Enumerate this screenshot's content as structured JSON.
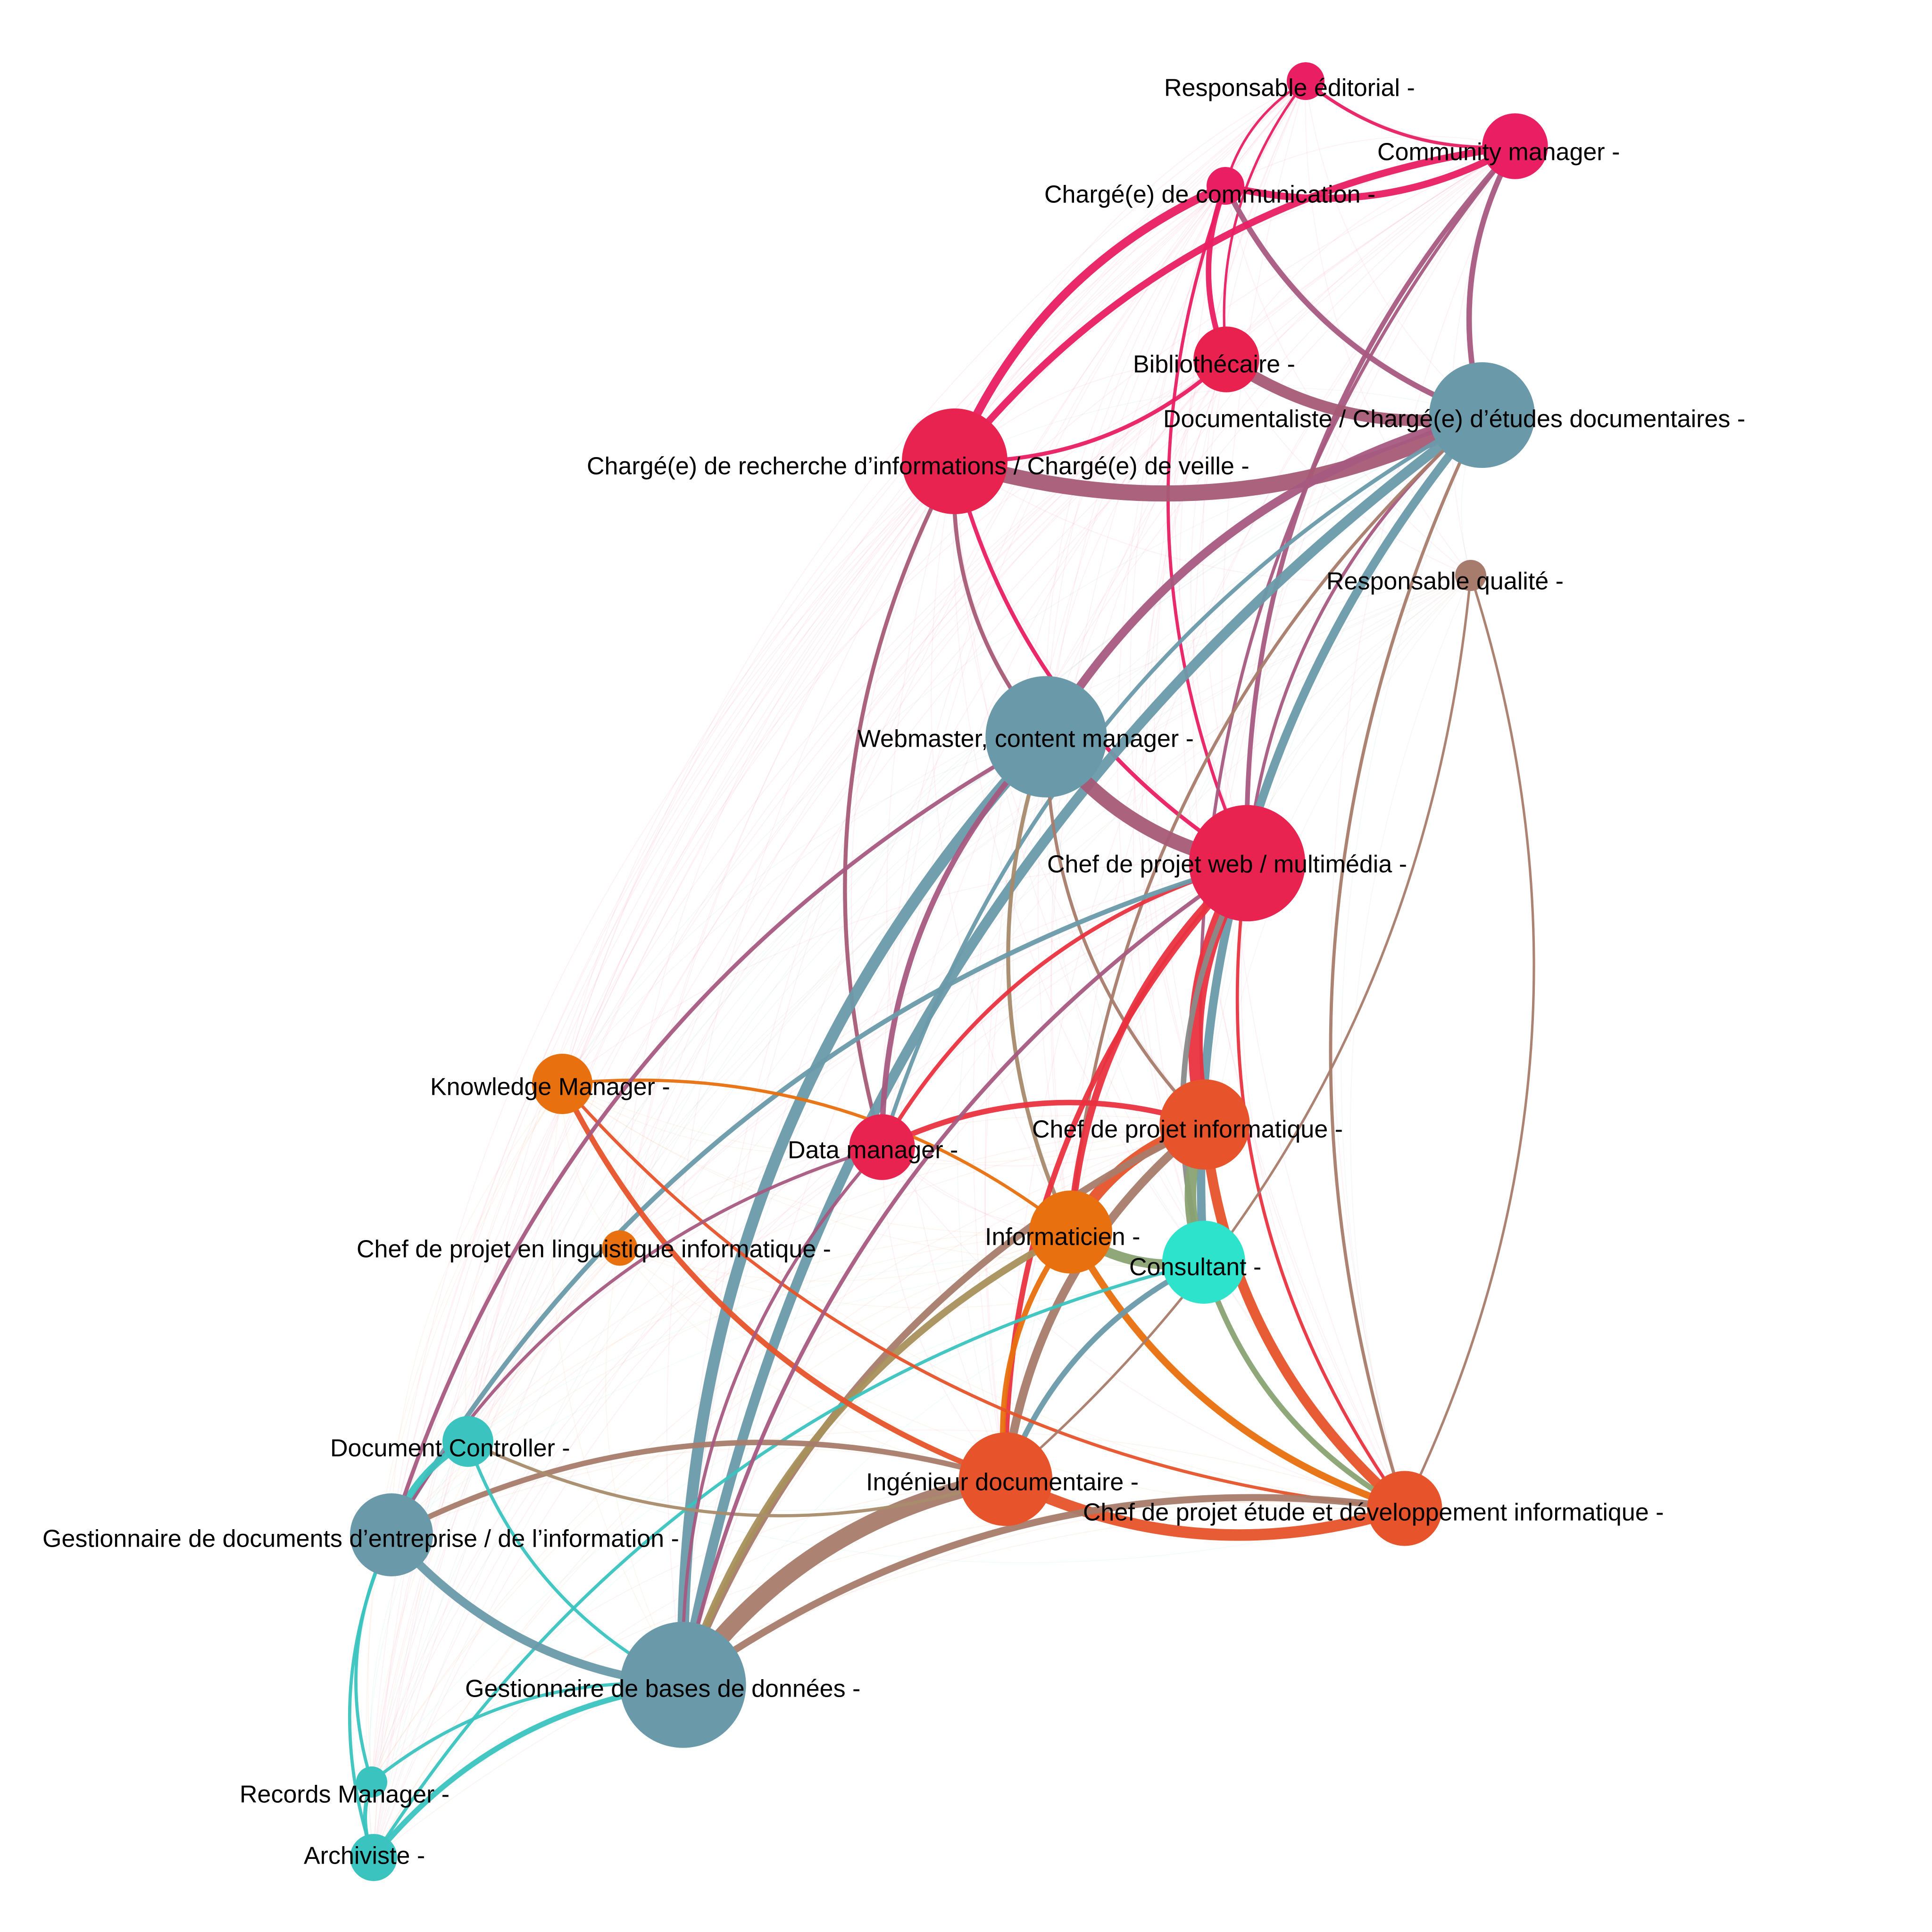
{
  "graph": {
    "nodes": [
      {
        "id": "resp_editorial",
        "label": "Responsable éditorial -",
        "color": "#e91e63",
        "weight": 1
      },
      {
        "id": "community",
        "label": "Community manager -",
        "color": "#e91e63",
        "weight": 5
      },
      {
        "id": "communication",
        "label": "Chargé(e) de communication -",
        "color": "#e91e63",
        "weight": 1
      },
      {
        "id": "bibliothecaire",
        "label": "Bibliothécaire -",
        "color": "#e8214f",
        "weight": 5
      },
      {
        "id": "documentaliste",
        "label": "Documentaliste / Chargé(e) d’études documentaires -",
        "color": "#6a9aaa",
        "weight": 16
      },
      {
        "id": "recherche",
        "label": "Chargé(e) de recherche d’informations / Chargé(e) de veille  -",
        "color": "#e9234f",
        "weight": 16
      },
      {
        "id": "qualite",
        "label": "Responsable qualité -",
        "color": "#a87c6c",
        "weight": 0.5
      },
      {
        "id": "webmaster",
        "label": "Webmaster, content manager -",
        "color": "#6a9aaa",
        "weight": 22
      },
      {
        "id": "chef_web",
        "label": "Chef de projet web / multimédia -",
        "color": "#e9234f",
        "weight": 20
      },
      {
        "id": "knowledge",
        "label": "Knowledge Manager -",
        "color": "#e8700e",
        "weight": 4
      },
      {
        "id": "data_manager",
        "label": "Data manager -",
        "color": "#e9234f",
        "weight": 5
      },
      {
        "id": "chef_info",
        "label": "Chef de projet informatique -",
        "color": "#e7532a",
        "weight": 11
      },
      {
        "id": "linguistique",
        "label": "Chef de projet en linguistique informatique -",
        "color": "#e8700e",
        "weight": 0.8
      },
      {
        "id": "informaticien",
        "label": "Informaticien -",
        "color": "#e8700e",
        "weight": 9
      },
      {
        "id": "consultant",
        "label": "Consultant -",
        "color": "#2ee3cc",
        "weight": 9
      },
      {
        "id": "doc_controller",
        "label": "Document Controller  -",
        "color": "#3ac3bf",
        "weight": 2.5
      },
      {
        "id": "ingenieur",
        "label": "Ingénieur documentaire -",
        "color": "#e7532a",
        "weight": 12
      },
      {
        "id": "chef_etude",
        "label": "Chef de projet étude et développement informatique -",
        "color": "#e7532a",
        "weight": 7
      },
      {
        "id": "gestionnaire_docs",
        "label": "Gestionnaire de documents d’entreprise / de l’information -",
        "color": "#6a9aaa",
        "weight": 9
      },
      {
        "id": "gestionnaire_bdd",
        "label": "Gestionnaire de bases de données -",
        "color": "#6a9aaa",
        "weight": 24
      },
      {
        "id": "records",
        "label": "Records Manager -",
        "color": "#3ac3bf",
        "weight": 0.5
      },
      {
        "id": "archiviste",
        "label": "Archiviste -",
        "color": "#3ac3bf",
        "weight": 2
      }
    ],
    "edges": [
      {
        "s": "resp_editorial",
        "t": "community",
        "w": 3,
        "color": "#e91e63"
      },
      {
        "s": "resp_editorial",
        "t": "communication",
        "w": 2,
        "color": "#e91e63"
      },
      {
        "s": "resp_editorial",
        "t": "bibliothecaire",
        "w": 2,
        "color": "#e91e63"
      },
      {
        "s": "communication",
        "t": "community",
        "w": 8,
        "color": "#e91e63"
      },
      {
        "s": "communication",
        "t": "recherche",
        "w": 10,
        "color": "#e91e63"
      },
      {
        "s": "communication",
        "t": "bibliothecaire",
        "w": 6,
        "color": "#e91e63"
      },
      {
        "s": "communication",
        "t": "documentaliste",
        "w": 6,
        "color": "#a65a80"
      },
      {
        "s": "communication",
        "t": "chef_web",
        "w": 3,
        "color": "#e91e63"
      },
      {
        "s": "community",
        "t": "recherche",
        "w": 8,
        "color": "#e91e63"
      },
      {
        "s": "community",
        "t": "documentaliste",
        "w": 6,
        "color": "#a65a80"
      },
      {
        "s": "community",
        "t": "chef_web",
        "w": 5,
        "color": "#a65a80"
      },
      {
        "s": "community",
        "t": "chef_info",
        "w": 3,
        "color": "#a65a80"
      },
      {
        "s": "recherche",
        "t": "documentaliste",
        "w": 20,
        "color": "#a65a75"
      },
      {
        "s": "recherche",
        "t": "bibliothecaire",
        "w": 4,
        "color": "#e91e63"
      },
      {
        "s": "bibliothecaire",
        "t": "documentaliste",
        "w": 14,
        "color": "#a65a75"
      },
      {
        "s": "recherche",
        "t": "webmaster",
        "w": 4,
        "color": "#a65a75"
      },
      {
        "s": "recherche",
        "t": "chef_web",
        "w": 4,
        "color": "#e91e63"
      },
      {
        "s": "recherche",
        "t": "data_manager",
        "w": 4,
        "color": "#a65a75"
      },
      {
        "s": "documentaliste",
        "t": "webmaster",
        "w": 10,
        "color": "#a65a80"
      },
      {
        "s": "documentaliste",
        "t": "chef_web",
        "w": 3,
        "color": "#a65a80"
      },
      {
        "s": "documentaliste",
        "t": "consultant",
        "w": 10,
        "color": "#6a9aaa"
      },
      {
        "s": "documentaliste",
        "t": "gestionnaire_bdd",
        "w": 12,
        "color": "#6a9aaa"
      },
      {
        "s": "documentaliste",
        "t": "data_manager",
        "w": 4,
        "color": "#6a9aaa"
      },
      {
        "s": "documentaliste",
        "t": "informaticien",
        "w": 3,
        "color": "#a87c6c"
      },
      {
        "s": "documentaliste",
        "t": "chef_etude",
        "w": 3,
        "color": "#a87c6c"
      },
      {
        "s": "webmaster",
        "t": "chef_web",
        "w": 18,
        "color": "#a65a75"
      },
      {
        "s": "webmaster",
        "t": "gestionnaire_bdd",
        "w": 14,
        "color": "#6a9aaa"
      },
      {
        "s": "webmaster",
        "t": "informaticien",
        "w": 4,
        "color": "#a68a6c"
      },
      {
        "s": "webmaster",
        "t": "chef_info",
        "w": 3,
        "color": "#a87c6c"
      },
      {
        "s": "webmaster",
        "t": "data_manager",
        "w": 6,
        "color": "#a65a80"
      },
      {
        "s": "chef_web",
        "t": "chef_info",
        "w": 18,
        "color": "#e9313f"
      },
      {
        "s": "chef_web",
        "t": "informaticien",
        "w": 8,
        "color": "#e9313f"
      },
      {
        "s": "chef_web",
        "t": "data_manager",
        "w": 4,
        "color": "#e9313f"
      },
      {
        "s": "chef_web",
        "t": "consultant",
        "w": 6,
        "color": "#8a8a8a"
      },
      {
        "s": "chef_web",
        "t": "ingenieur",
        "w": 6,
        "color": "#e9313f"
      },
      {
        "s": "chef_web",
        "t": "chef_etude",
        "w": 3,
        "color": "#e9313f"
      },
      {
        "s": "chef_web",
        "t": "gestionnaire_docs",
        "w": 5,
        "color": "#6a9aaa"
      },
      {
        "s": "chef_info",
        "t": "informaticien",
        "w": 14,
        "color": "#e7532a"
      },
      {
        "s": "chef_info",
        "t": "consultant",
        "w": 14,
        "color": "#8aa272"
      },
      {
        "s": "chef_info",
        "t": "data_manager",
        "w": 6,
        "color": "#e9313f"
      },
      {
        "s": "chef_info",
        "t": "ingenieur",
        "w": 10,
        "color": "#a87c6c"
      },
      {
        "s": "chef_info",
        "t": "chef_etude",
        "w": 12,
        "color": "#e7532a"
      },
      {
        "s": "chef_info",
        "t": "gestionnaire_bdd",
        "w": 8,
        "color": "#a87c6c"
      },
      {
        "s": "informaticien",
        "t": "consultant",
        "w": 12,
        "color": "#8aa272"
      },
      {
        "s": "informaticien",
        "t": "ingenieur",
        "w": 6,
        "color": "#e8700e"
      },
      {
        "s": "informaticien",
        "t": "chef_etude",
        "w": 8,
        "color": "#e8700e"
      },
      {
        "s": "informaticien",
        "t": "gestionnaire_bdd",
        "w": 8,
        "color": "#a8905c"
      },
      {
        "s": "informaticien",
        "t": "knowledge",
        "w": 3,
        "color": "#e8700e"
      },
      {
        "s": "consultant",
        "t": "ingenieur",
        "w": 6,
        "color": "#6a9aaa"
      },
      {
        "s": "consultant",
        "t": "chef_etude",
        "w": 6,
        "color": "#8aa272"
      },
      {
        "s": "consultant",
        "t": "archiviste",
        "w": 3,
        "color": "#3ac3bf"
      },
      {
        "s": "knowledge",
        "t": "ingenieur",
        "w": 6,
        "color": "#e7532a"
      },
      {
        "s": "knowledge",
        "t": "chef_etude",
        "w": 3,
        "color": "#e7532a"
      },
      {
        "s": "ingenieur",
        "t": "chef_etude",
        "w": 14,
        "color": "#e7532a"
      },
      {
        "s": "ingenieur",
        "t": "gestionnaire_bdd",
        "w": 22,
        "color": "#a87c6c"
      },
      {
        "s": "ingenieur",
        "t": "gestionnaire_docs",
        "w": 6,
        "color": "#a87c6c"
      },
      {
        "s": "chef_etude",
        "t": "gestionnaire_bdd",
        "w": 8,
        "color": "#a87c6c"
      },
      {
        "s": "data_manager",
        "t": "gestionnaire_bdd",
        "w": 3,
        "color": "#a65a80"
      },
      {
        "s": "data_manager",
        "t": "gestionnaire_docs",
        "w": 3,
        "color": "#a65a80"
      },
      {
        "s": "doc_controller",
        "t": "gestionnaire_docs",
        "w": 8,
        "color": "#3ac3bf"
      },
      {
        "s": "doc_controller",
        "t": "gestionnaire_bdd",
        "w": 3,
        "color": "#3ac3bf"
      },
      {
        "s": "doc_controller",
        "t": "ingenieur",
        "w": 3,
        "color": "#a88c6c"
      },
      {
        "s": "gestionnaire_docs",
        "t": "gestionnaire_bdd",
        "w": 10,
        "color": "#6a9aaa"
      },
      {
        "s": "gestionnaire_docs",
        "t": "records",
        "w": 3,
        "color": "#3ac3bf"
      },
      {
        "s": "gestionnaire_docs",
        "t": "archiviste",
        "w": 3,
        "color": "#3ac3bf"
      },
      {
        "s": "gestionnaire_bdd",
        "t": "archiviste",
        "w": 6,
        "color": "#3ac3bf"
      },
      {
        "s": "gestionnaire_bdd",
        "t": "records",
        "w": 3,
        "color": "#3ac3bf"
      },
      {
        "s": "records",
        "t": "archiviste",
        "w": 4,
        "color": "#3ac3bf"
      },
      {
        "s": "chef_web",
        "t": "gestionnaire_bdd",
        "w": 4,
        "color": "#a65a80"
      },
      {
        "s": "webmaster",
        "t": "gestionnaire_docs",
        "w": 4,
        "color": "#a65a80"
      },
      {
        "s": "chef_etude",
        "t": "qualite",
        "w": 2,
        "color": "#a87c6c"
      },
      {
        "s": "ingenieur",
        "t": "qualite",
        "w": 2,
        "color": "#a87c6c"
      }
    ]
  }
}
